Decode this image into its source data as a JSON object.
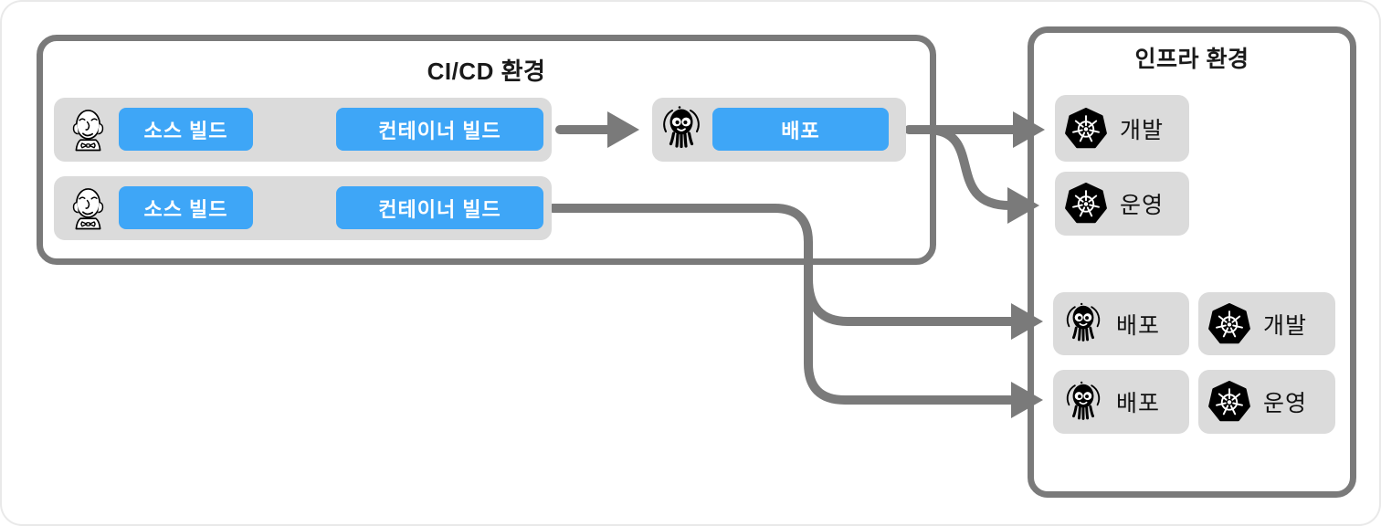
{
  "diagram": {
    "cicd": {
      "title": "CI/CD 환경",
      "row1": {
        "source_build": "소스 빌드",
        "container_build": "컨테이너 빌드",
        "deploy": "배포"
      },
      "row2": {
        "source_build": "소스 빌드",
        "container_build": "컨테이너 빌드"
      }
    },
    "infra": {
      "title": "인프라 환경",
      "clusters": {
        "dev": "개발",
        "ops": "운영"
      },
      "bottom": {
        "dev_deploy": "배포",
        "dev_cluster": "개발",
        "ops_deploy": "배포",
        "ops_cluster": "운영"
      }
    },
    "icons": {
      "jenkins": "jenkins-icon",
      "argocd": "argocd-octopus-icon",
      "kubernetes": "kubernetes-helm-icon"
    },
    "colors": {
      "accent_blue": "#3EA6F7",
      "connector_gray": "#7A7A7A",
      "box_gray": "#DBDBDB",
      "text_black": "#111111"
    }
  }
}
